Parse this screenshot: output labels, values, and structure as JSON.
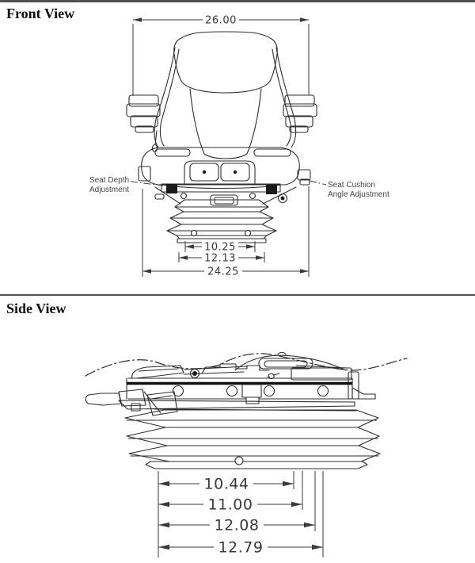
{
  "front_view": {
    "title": "Front View",
    "dims": {
      "overall_width": "26.00",
      "bellows_inner": "10.25",
      "bellows_outer": "12.13",
      "base_width": "24.25"
    },
    "labels": {
      "seat_depth_line1": "Seat Depth",
      "seat_depth_line2": "Adjustment",
      "cushion_line1": "Seat Cushion",
      "cushion_line2": "Angle Adjustment"
    }
  },
  "side_view": {
    "title": "Side View",
    "dims": {
      "d1": "10.44",
      "d2": "11.00",
      "d3": "12.08",
      "d4": "12.79"
    }
  },
  "colors": {
    "line": "#2d2d2d",
    "dim_text": "#3a3a3a",
    "rule": "#4f4f4f",
    "background": "#ffffff"
  }
}
